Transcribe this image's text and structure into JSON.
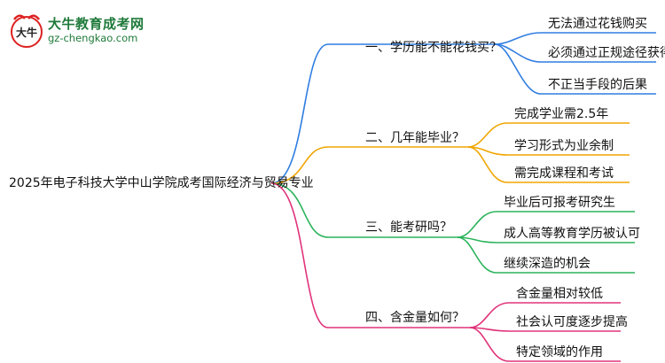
{
  "logo": {
    "title": "大牛教育成考网",
    "url": "gz-chengkao.com",
    "mark_text": "大牛"
  },
  "root": {
    "label": "2025年电子科技大学中山学院成考国际经济与贸易专业"
  },
  "branches": [
    {
      "label": "一、学历能不能花钱买？",
      "color": "#2f7de1",
      "leaves": [
        "无法通过花钱购买",
        "必须通过正规途径获得",
        "不正当手段的后果"
      ]
    },
    {
      "label": "二、几年能毕业？",
      "color": "#f0a500",
      "leaves": [
        "完成学业需2.5年",
        "学习形式为业余制",
        "需完成课程和考试"
      ]
    },
    {
      "label": "三、能考研吗？",
      "color": "#2bb35a",
      "leaves": [
        "毕业后可报考研究生",
        "成人高等教育学历被认可",
        "继续深造的机会"
      ]
    },
    {
      "label": "四、含金量如何？",
      "color": "#e0337a",
      "leaves": [
        "含金量相对较低",
        "社会认可度逐步提高",
        "特定领域的作用"
      ]
    }
  ]
}
